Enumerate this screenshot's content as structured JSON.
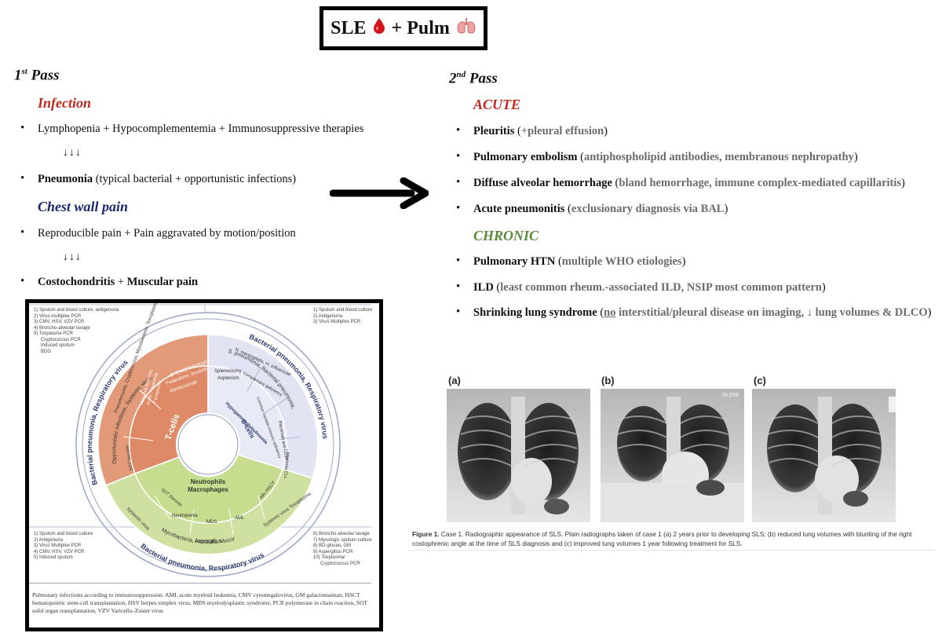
{
  "title": {
    "text": "SLE",
    "plus": "+ Pulm",
    "blood_icon": "blood-drop",
    "lungs_icon": "lungs"
  },
  "first_pass": {
    "heading_main": "1",
    "heading_sup": "st",
    "heading_tail": " Pass",
    "infection": {
      "heading": "Infection",
      "bullet1": "Lymphopenia + Hypocomplementemia + Immunosuppressive therapies",
      "arrows": "↓↓↓",
      "bullet2_bold": "Pneumonia",
      "bullet2_rest": " (typical bacterial + opportunistic infections)"
    },
    "chest_wall": {
      "heading": "Chest wall pain",
      "bullet1": "Reproducible pain + Pain aggravated by motion/position",
      "arrows": "↓↓↓",
      "bullet2_a": "Costochondritis",
      "bullet2_b": " + ",
      "bullet2_c": "Muscular pain"
    }
  },
  "second_pass": {
    "heading_main": "2",
    "heading_sup": "nd",
    "heading_tail": " Pass",
    "acute": {
      "heading": "ACUTE",
      "items": [
        {
          "bold": "Pleuritis",
          "open": " (",
          "grey": "+pleural effusion",
          "close": ")"
        },
        {
          "bold": "Pulmonary embolism",
          "open": " (",
          "grey": "antiphospholipid antibodies, membranous nephropathy",
          "close": ")"
        },
        {
          "bold": "Diffuse alveolar hemorrhage",
          "open": " (",
          "grey": "bland hemorrhage, immune complex-mediated capillaritis",
          "close": ")"
        },
        {
          "bold": "Acute pneumonitis",
          "open": " (",
          "grey": "exclusionary diagnosis via BAL",
          "close": ")"
        }
      ]
    },
    "chronic": {
      "heading": "CHRONIC",
      "items": [
        {
          "bold": "Pulmonary HTN",
          "open": " (",
          "grey": "multiple WHO etiologies",
          "close": ")"
        },
        {
          "bold": "ILD",
          "open": " (",
          "grey": "least common rheum.-associated ILD, NSIP most common pattern",
          "close": ")"
        }
      ],
      "sls_bold": "Shrinking lung syndrome",
      "sls_open": " (",
      "sls_underline": "no",
      "sls_grey": " interstitial/pleural disease on imaging, ↓ lung volumes & DLCO",
      "sls_close": ")"
    }
  },
  "diagram": {
    "top_left_list": [
      "1) Sputum and blood culture, antigenuria",
      "2) Virus multiplex PCR",
      "3) CMV, HSV, VZV PCR",
      "4) Broncho-alveolar lavage",
      "5) Toxplasma PCR",
      "Cryptococcus PCR",
      "Induced sputum",
      "BDG"
    ],
    "top_right_list": [
      "1) Sputum and blood culture",
      "2) Antigenuria",
      "3) Virus Multiplex PCR"
    ],
    "bottom_left_list": [
      "1) Sputum and blood culture",
      "2) Antigenuria",
      "3) Virus Multiplex PCR",
      "4) CMV, HSV, VZV PCR",
      "5) Induced sputum"
    ],
    "bottom_right_list": [
      "6) Broncho-alveolar lavage",
      "7) Mycologic sputum culture",
      "8) BD-glucan, GM",
      "9) Aspergillus PCR",
      "10) Toxplasma/",
      "Cryptococcus PCR"
    ],
    "outer_left": "Bacterial pneumonia, Respiratory virus",
    "outer_right": "Bacterial pneumonia, Respiratory virus",
    "outer_bottom": "Bacterial pneumonia, Respiratory virus",
    "t_cells": "T-cells",
    "b_cells": "B-cells",
    "hypogamma": "Hypogammaglobulinemia",
    "neutrophils": "Neutrophils",
    "macrophages": "Macrophages",
    "chemotherapy": "CHEMOTHERAPY",
    "chemo_drugs": "Pudarabine, Ibrutinib",
    "alemtuzumab": "Alemtuzumab",
    "opportunistic": "Opportunistic infections, Systemic virus,",
    "pneumocystis": "Pneumocystis, Cryptococcus, Mycobacteria, Toxoplasma",
    "hairy_cell": "Hairy cell leukemia",
    "atlll": "Acute T leukemia",
    "t_lymphoma": "T lymphoma",
    "sot_steroids": "SOT Steroids",
    "splenectomy": "Splenectomy",
    "asplenism": "Asplenism",
    "s_pneumonia": "S. pneumonia, Bacterial pneumonia,",
    "n_mening": "N. meningitidis, H. influenzae",
    "complement": "Complement deficiency",
    "cvid": "Common Variable Immuno deficiency",
    "rituximab": "Rituximab anti-CD20",
    "myeloma": "Myeloma CLL",
    "sot_seg": "SOT Steroids",
    "neutropenia": "Neutropenia",
    "mds": "MDS",
    "aml": "AML",
    "allo": "Allo HSCT",
    "systemic_virus_l": "Systemic virus",
    "systemic_virus_r": "Systemic virus Toxoplasma",
    "aspergillus": "Aspergillus",
    "myco": "Mycobacteria, Nocardia, Mucor",
    "caption": "Pulmonary infections according to immunosuppression. AML acute myeloid leukemia, CMV cytomegalovirus, GM galactomannan, HSCT hematopoietic stem-cell transplantation, HSV herpes simplex virus, MDS myelodysplastic syndrome, PCR polymerase in chain reaction, SOT solid organ transplantation, VZV Varicella–Zoster virus",
    "colors": {
      "salmon": "#e39a78",
      "lavender": "#e2e4f3",
      "green": "#cfe1a0"
    }
  },
  "figure": {
    "labels": [
      "(a)",
      "(b)",
      "(c)"
    ],
    "pa_label": "PA ERE",
    "caption_bold": "Figure 1.",
    "caption_text": " Case 1. Radiographic appearance of SLS. Plain radiographs taken of case 1 (a) 2 years prior to developing SLS; (b) reduced lung volumes with blunting of the right costophrenic angle at the time of SLS diagnosis and (c) improved lung volumes 1 year following treatment for SLS."
  }
}
